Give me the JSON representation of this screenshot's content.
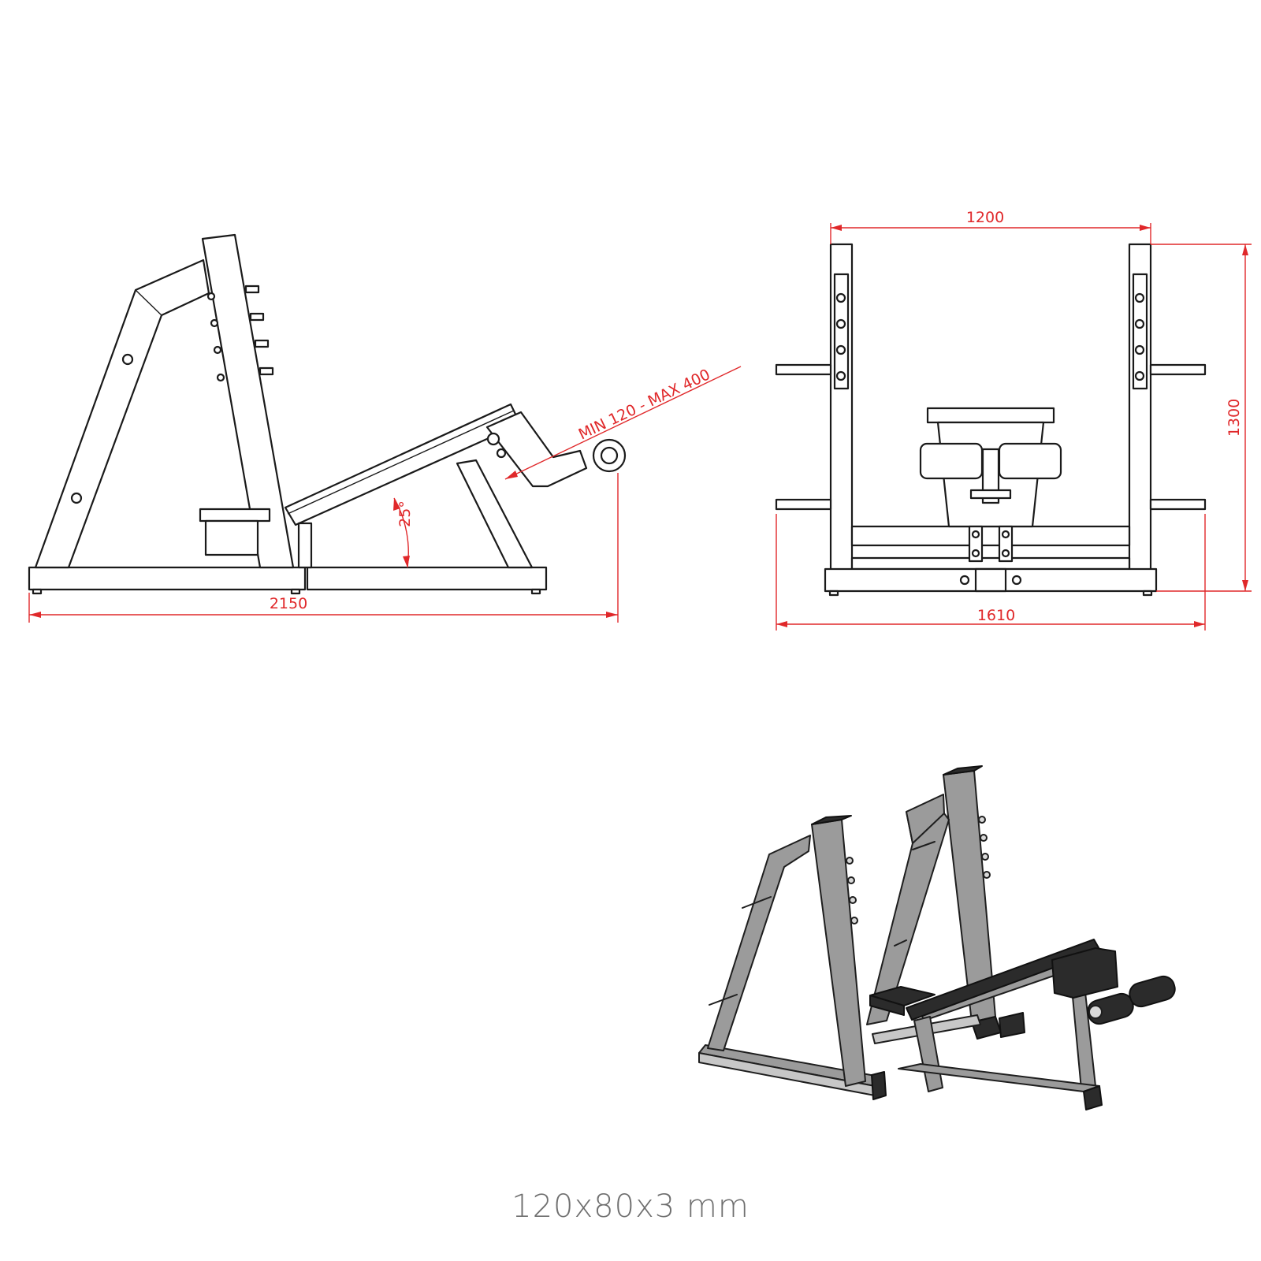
{
  "dimensions": {
    "side_length": "2150",
    "pad_adjust": "MIN 120 - MAX 400",
    "bench_angle": "25°",
    "front_inner_width": "1200",
    "front_outer_width": "1610",
    "front_height": "1300"
  },
  "caption": "120x80x3 mm",
  "colors": {
    "dimension_line": "#e0282a",
    "outline": "#1a1a1a",
    "frame_metal": "#9b9b9b",
    "pads": "#2b2b2b",
    "caption": "#6f6f6f"
  }
}
